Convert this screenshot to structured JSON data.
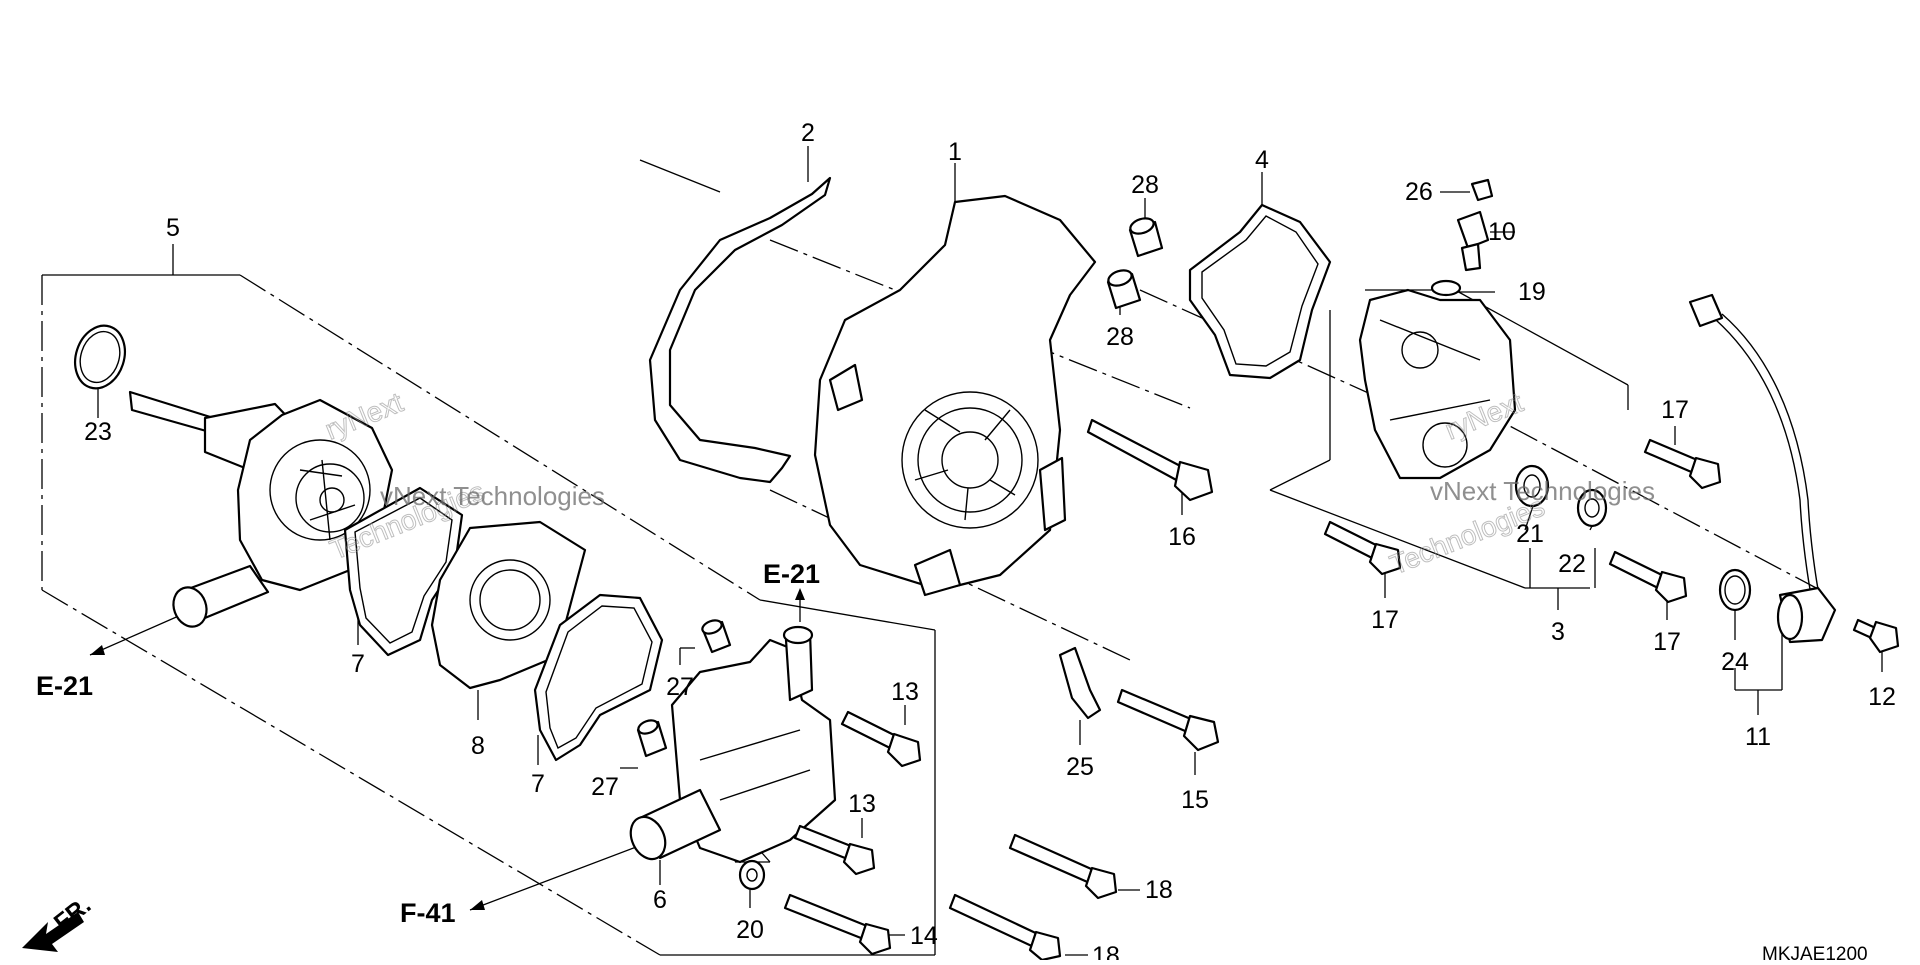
{
  "diagram": {
    "callouts": [
      {
        "id": "c1",
        "label": "1"
      },
      {
        "id": "c2",
        "label": "2"
      },
      {
        "id": "c3",
        "label": "3"
      },
      {
        "id": "c4",
        "label": "4"
      },
      {
        "id": "c5",
        "label": "5"
      },
      {
        "id": "c6",
        "label": "6"
      },
      {
        "id": "c7a",
        "label": "7"
      },
      {
        "id": "c7b",
        "label": "7"
      },
      {
        "id": "c8",
        "label": "8"
      },
      {
        "id": "c10",
        "label": "10"
      },
      {
        "id": "c11",
        "label": "11"
      },
      {
        "id": "c12",
        "label": "12"
      },
      {
        "id": "c13a",
        "label": "13"
      },
      {
        "id": "c13b",
        "label": "13"
      },
      {
        "id": "c14",
        "label": "14"
      },
      {
        "id": "c15",
        "label": "15"
      },
      {
        "id": "c16",
        "label": "16"
      },
      {
        "id": "c17a",
        "label": "17"
      },
      {
        "id": "c17b",
        "label": "17"
      },
      {
        "id": "c17c",
        "label": "17"
      },
      {
        "id": "c18a",
        "label": "18"
      },
      {
        "id": "c18b",
        "label": "18"
      },
      {
        "id": "c19",
        "label": "19"
      },
      {
        "id": "c20",
        "label": "20"
      },
      {
        "id": "c21",
        "label": "21"
      },
      {
        "id": "c22",
        "label": "22"
      },
      {
        "id": "c23",
        "label": "23"
      },
      {
        "id": "c24",
        "label": "24"
      },
      {
        "id": "c25",
        "label": "25"
      },
      {
        "id": "c26",
        "label": "26"
      },
      {
        "id": "c27a",
        "label": "27"
      },
      {
        "id": "c27b",
        "label": "27"
      },
      {
        "id": "c28a",
        "label": "28"
      },
      {
        "id": "c28b",
        "label": "28"
      }
    ],
    "references": {
      "e21_left": "E-21",
      "e21_center": "E-21",
      "f41": "F-41"
    },
    "front_marker": "FR.",
    "diagram_code": "MKJAE1200",
    "watermark": {
      "line1": "ryNext",
      "line2": "Technologies",
      "combined": "vNext Technologies"
    }
  }
}
